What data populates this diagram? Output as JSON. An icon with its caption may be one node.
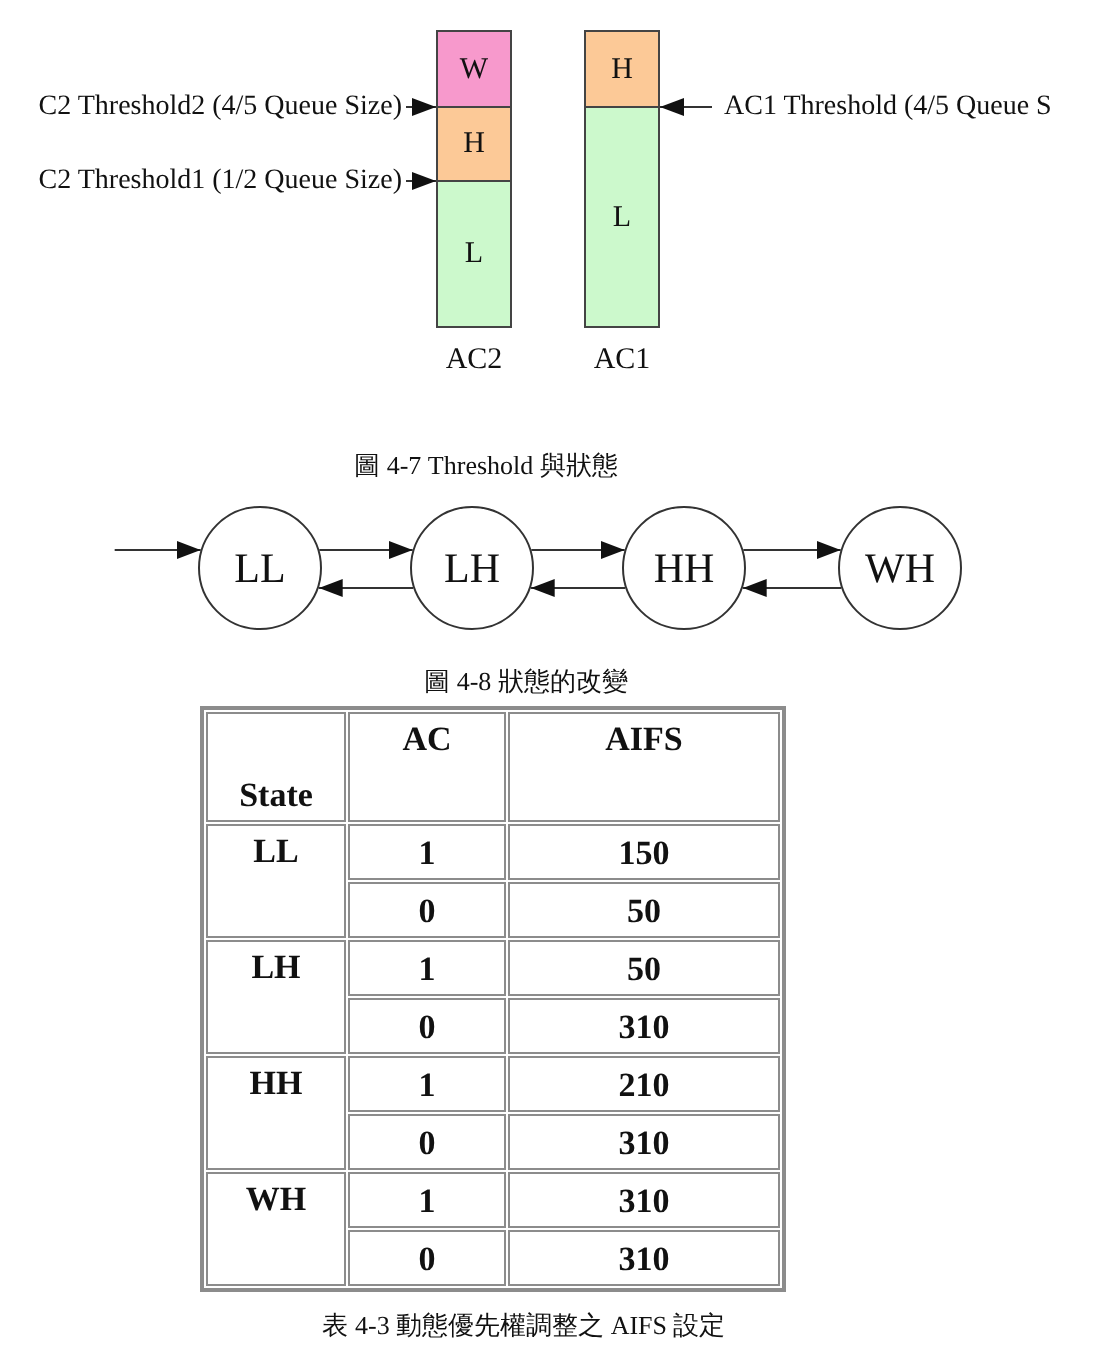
{
  "diagram": {
    "nodes": [
      {
        "text": [],
        "shape": "bar",
        "beside": [
          "AC2"
        ]
      },
      {
        "text": [
          "W"
        ],
        "in": 0
      },
      {
        "text": [
          "H"
        ],
        "in": 0
      },
      {
        "text": [
          "L"
        ],
        "in": 0
      },
      {
        "text": [],
        "shape": "bar",
        "beside": [
          "AC1"
        ]
      },
      {
        "text": [
          "H"
        ],
        "in": 4
      },
      {
        "text": [
          "L"
        ],
        "in": 4
      },
      {
        "text": [
          "C2 Threshold2 (4/5 Queue Size)"
        ]
      },
      {
        "text": [
          "C2 Threshold1 (1/2 Queue Size)"
        ]
      },
      {
        "text": [
          "AC1 Threshold (4/5 Queue S"
        ]
      },
      {
        "text": [
          "LL"
        ]
      },
      {
        "text": [
          "LH"
        ]
      },
      {
        "text": [
          "HH"
        ]
      },
      {
        "text": [
          "WH"
        ]
      }
    ],
    "edges": [
      {
        "from": 7,
        "to": 0,
        "arrow": "to"
      },
      {
        "from": 8,
        "to": 0,
        "arrow": "to"
      },
      {
        "from": 9,
        "to": 4,
        "arrow": "to"
      },
      {
        "from": null,
        "to": 10,
        "arrow": "to"
      },
      {
        "from": 10,
        "to": 11,
        "arrow": "to"
      },
      {
        "from": 11,
        "to": 10,
        "arrow": "to"
      },
      {
        "from": 11,
        "to": 12,
        "arrow": "to"
      },
      {
        "from": 12,
        "to": 11,
        "arrow": "to"
      },
      {
        "from": 12,
        "to": 13,
        "arrow": "to"
      },
      {
        "from": 13,
        "to": 12,
        "arrow": "to"
      }
    ],
    "labels": [
      "圖 4-7 Threshold 與狀態",
      "圖 4-8 狀態的改變",
      "State",
      "AC",
      "AIFS",
      "LL",
      "1",
      "150",
      "0",
      "50",
      "LH",
      "1",
      "50",
      "0",
      "310",
      "HH",
      "1",
      "210",
      "0",
      "310",
      "WH",
      "1",
      "310",
      "0",
      "310",
      "表 4-3 動態優先權調整之 AIFS 設定"
    ]
  }
}
